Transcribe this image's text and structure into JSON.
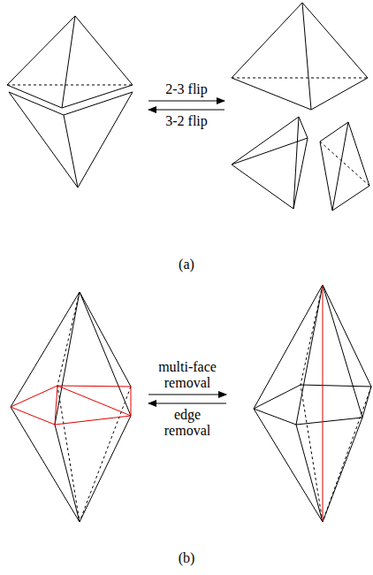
{
  "diagram": {
    "labels": [
      "2-3 flip",
      "3-2 flip",
      "(a)",
      "multi-face removal",
      "edge removal",
      "(b)"
    ]
  }
}
